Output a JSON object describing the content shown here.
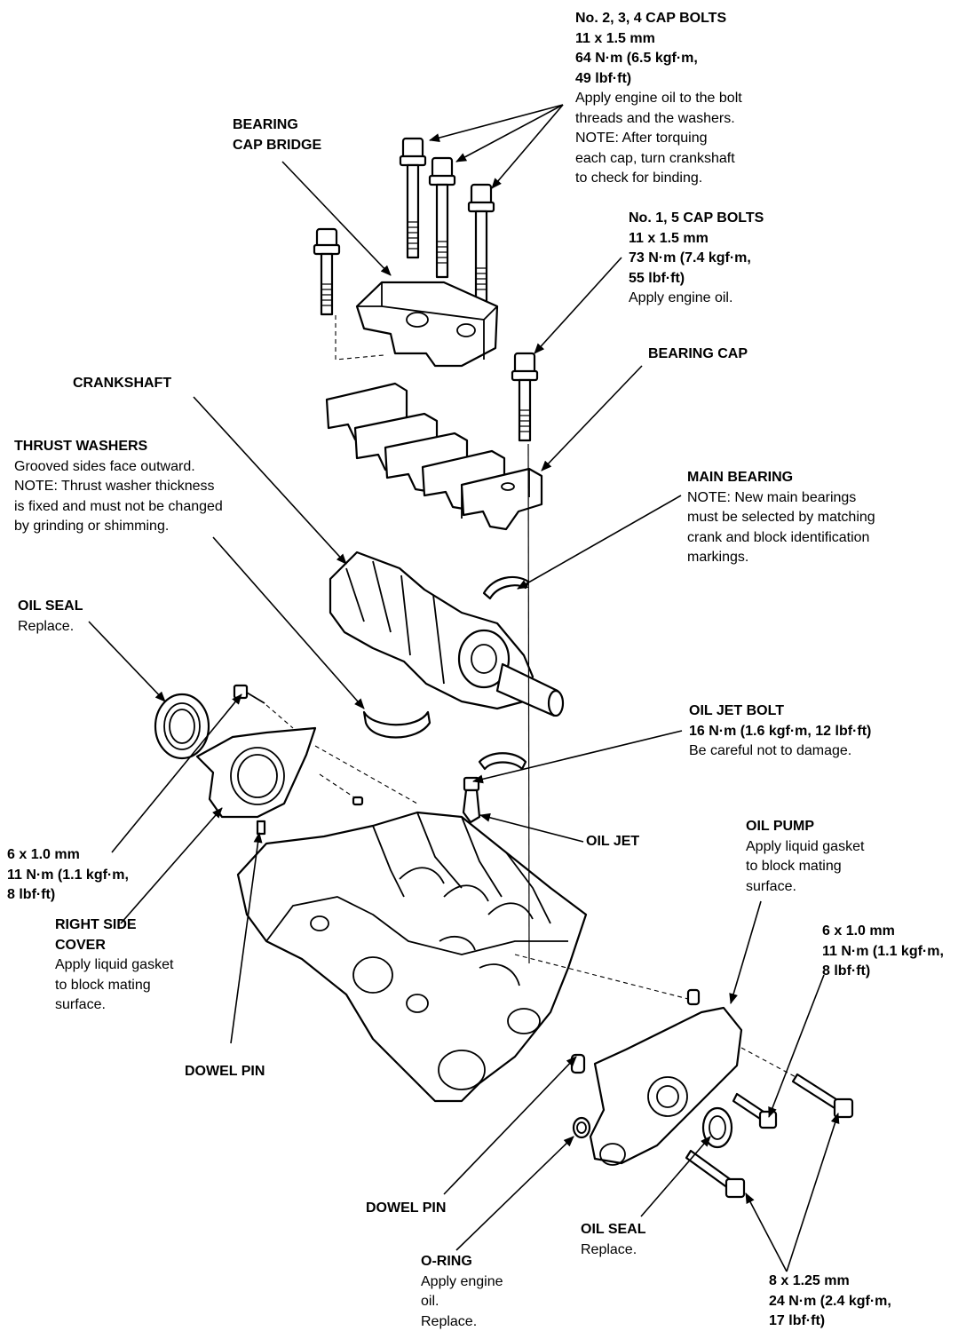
{
  "labels": {
    "cap_bolts_234": {
      "lines": [
        "No. 2, 3, 4 CAP BOLTS",
        "11 x 1.5 mm",
        "64 N·m (6.5 kgf·m,",
        "49 lbf·ft)"
      ],
      "notes": [
        "Apply engine oil to the bolt",
        "threads and the washers.",
        "NOTE:  After torquing",
        "each cap, turn crankshaft",
        "to check for binding."
      ]
    },
    "bearing_cap_bridge": {
      "lines": [
        "BEARING",
        "CAP BRIDGE"
      ],
      "notes": []
    },
    "cap_bolts_15": {
      "lines": [
        "No. 1, 5 CAP BOLTS",
        "11 x 1.5 mm",
        "73 N·m (7.4 kgf·m,",
        "55 lbf·ft)"
      ],
      "notes": [
        "Apply engine oil."
      ]
    },
    "bearing_cap": {
      "lines": [
        "BEARING CAP"
      ],
      "notes": []
    },
    "crankshaft": {
      "lines": [
        "CRANKSHAFT"
      ],
      "notes": []
    },
    "thrust_washers": {
      "lines": [
        "THRUST WASHERS"
      ],
      "notes": [
        "Grooved sides face outward.",
        "NOTE:  Thrust washer thickness",
        "is fixed and must not be changed",
        "by grinding or shimming."
      ]
    },
    "main_bearing": {
      "lines": [
        "MAIN BEARING"
      ],
      "notes": [
        "NOTE:  New main bearings",
        "must be selected by matching",
        "crank and block identification",
        "markings."
      ]
    },
    "oil_seal_top": {
      "lines": [
        "OIL SEAL"
      ],
      "notes": [
        "Replace."
      ]
    },
    "oil_jet_bolt": {
      "lines": [
        "OIL JET BOLT",
        "16 N·m (1.6 kgf·m, 12 lbf·ft)"
      ],
      "notes": [
        "Be careful not to damage."
      ]
    },
    "oil_jet": {
      "lines": [
        "OIL JET"
      ],
      "notes": []
    },
    "bolt_6x1_left": {
      "lines": [
        "6 x 1.0 mm",
        "11 N·m (1.1 kgf·m,",
        "8 lbf·ft)"
      ],
      "notes": []
    },
    "right_side_cover": {
      "lines": [
        "RIGHT SIDE",
        "COVER"
      ],
      "notes": [
        "Apply liquid gasket",
        "to block mating",
        "surface."
      ]
    },
    "oil_pump": {
      "lines": [
        "OIL PUMP"
      ],
      "notes": [
        "Apply liquid gasket",
        "to block mating",
        "surface."
      ]
    },
    "bolt_6x1_right": {
      "lines": [
        "6 x 1.0 mm",
        "11 N·m (1.1 kgf·m,",
        "8 lbf·ft)"
      ],
      "notes": []
    },
    "dowel_pin_left": {
      "lines": [
        "DOWEL PIN"
      ],
      "notes": []
    },
    "dowel_pin_bottom": {
      "lines": [
        "DOWEL PIN"
      ],
      "notes": []
    },
    "oil_seal_bottom": {
      "lines": [
        "OIL SEAL"
      ],
      "notes": [
        "Replace."
      ]
    },
    "o_ring": {
      "lines": [
        "O-RING"
      ],
      "notes": [
        "Apply engine",
        "oil.",
        "Replace."
      ]
    },
    "bolt_8x125": {
      "lines": [
        "8 x 1.25 mm",
        "24 N·m (2.4 kgf·m,",
        "17 lbf·ft)"
      ],
      "notes": []
    }
  }
}
